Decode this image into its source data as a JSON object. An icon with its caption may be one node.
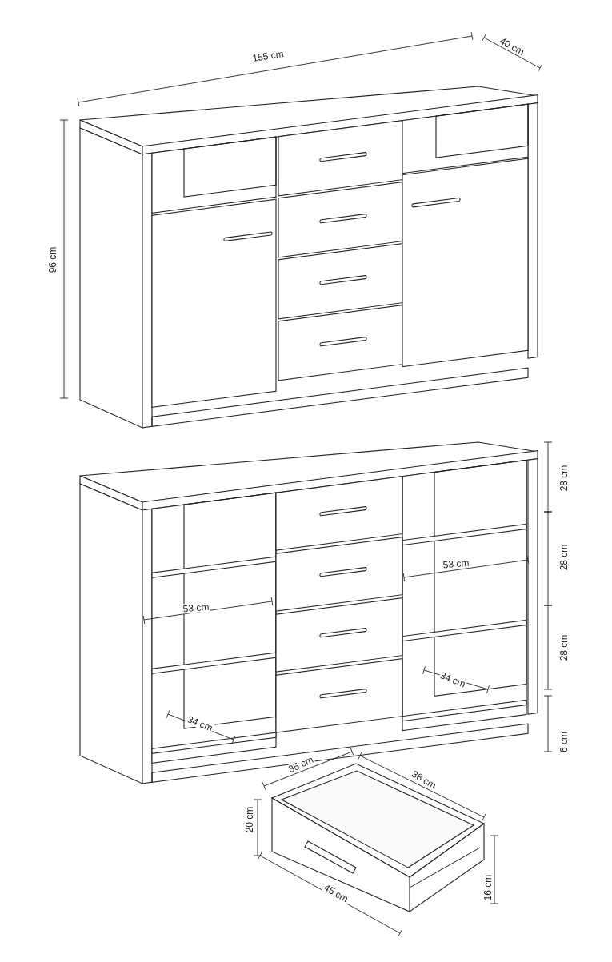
{
  "diagram": {
    "labels": [
      "155 cm",
      "40 cm",
      "96 cm",
      "28 cm",
      "28 cm",
      "53 cm",
      "53 cm",
      "28 cm",
      "34 cm",
      "34 cm",
      "6 cm",
      "35 cm",
      "38 cm",
      "20 cm",
      "16 cm",
      "45 cm"
    ]
  }
}
